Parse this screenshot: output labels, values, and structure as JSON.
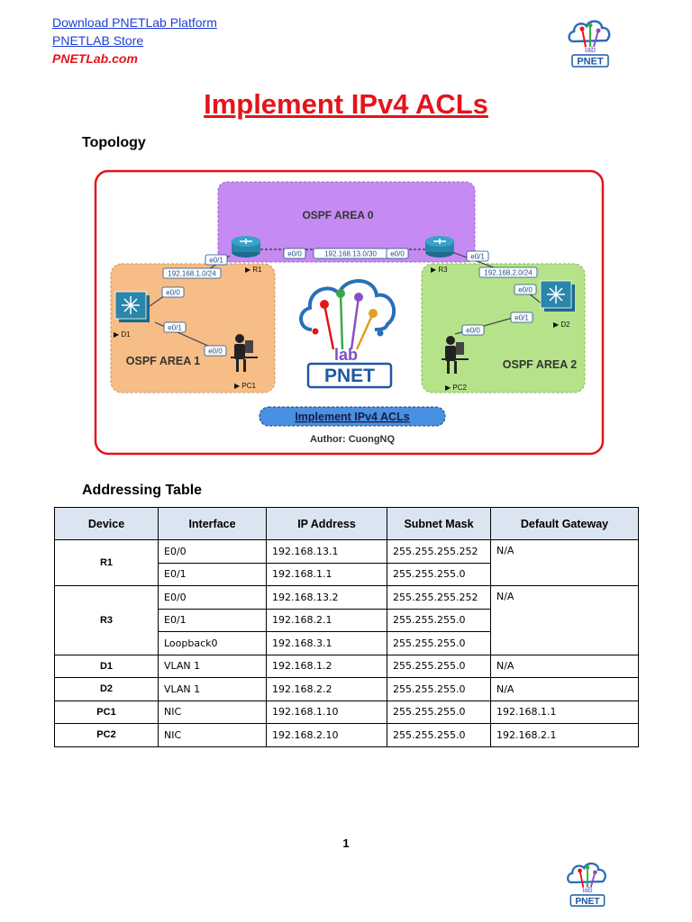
{
  "header": {
    "link1": "Download PNETLab Platform",
    "link2": "PNETLAB Store",
    "brand": "PNETLab.com",
    "logo_text": "PNET",
    "logo_lab": "lab"
  },
  "title": "Implement IPv4 ACLs",
  "topology": {
    "heading": "Topology",
    "area0": "OSPF AREA 0",
    "area1": "OSPF AREA 1",
    "area2": "OSPF AREA 2",
    "r1": "R1",
    "r3": "R3",
    "d1": "D1",
    "d2": "D2",
    "pc1": "PC1",
    "pc2": "PC2",
    "link_r1_r3": "192.168.13.0/30",
    "net_area1": "192.168.1.0/24",
    "net_area2": "192.168.2.0/24",
    "if_e00": "e0/0",
    "if_e01": "e0/1",
    "banner": "Implement IPv4 ACLs",
    "author": "Author: CuongNQ",
    "logo_text": "PNET",
    "logo_lab": "lab"
  },
  "addressing": {
    "heading": "Addressing Table",
    "headers": [
      "Device",
      "Interface",
      "IP Address",
      "Subnet Mask",
      "Default Gateway"
    ],
    "r1": {
      "device": "R1",
      "gateway": "N/A",
      "rows": [
        [
          "E0/0",
          "192.168.13.1",
          "255.255.255.252"
        ],
        [
          "E0/1",
          "192.168.1.1",
          "255.255.255.0"
        ]
      ]
    },
    "r3": {
      "device": "R3",
      "gateway": "N/A",
      "rows": [
        [
          "E0/0",
          "192.168.13.2",
          "255.255.255.252"
        ],
        [
          "E0/1",
          "192.168.2.1",
          "255.255.255.0"
        ],
        [
          "Loopback0",
          "192.168.3.1",
          "255.255.255.0"
        ]
      ]
    },
    "d1": [
      "D1",
      "VLAN 1",
      "192.168.1.2",
      "255.255.255.0",
      "N/A"
    ],
    "d2": [
      "D2",
      "VLAN 1",
      "192.168.2.2",
      "255.255.255.0",
      "N/A"
    ],
    "pc1": [
      "PC1",
      "NIC",
      "192.168.1.10",
      "255.255.255.0",
      "192.168.1.1"
    ],
    "pc2": [
      "PC2",
      "NIC",
      "192.168.2.10",
      "255.255.255.0",
      "192.168.2.1"
    ]
  },
  "page_number": "1",
  "colors": {
    "accent_red": "#e4141b",
    "link_blue": "#1f3fd6",
    "area0": "#c58bf2",
    "area1": "#f7bd86",
    "area2": "#b6e38a",
    "header_fill": "#dbe5f1"
  }
}
